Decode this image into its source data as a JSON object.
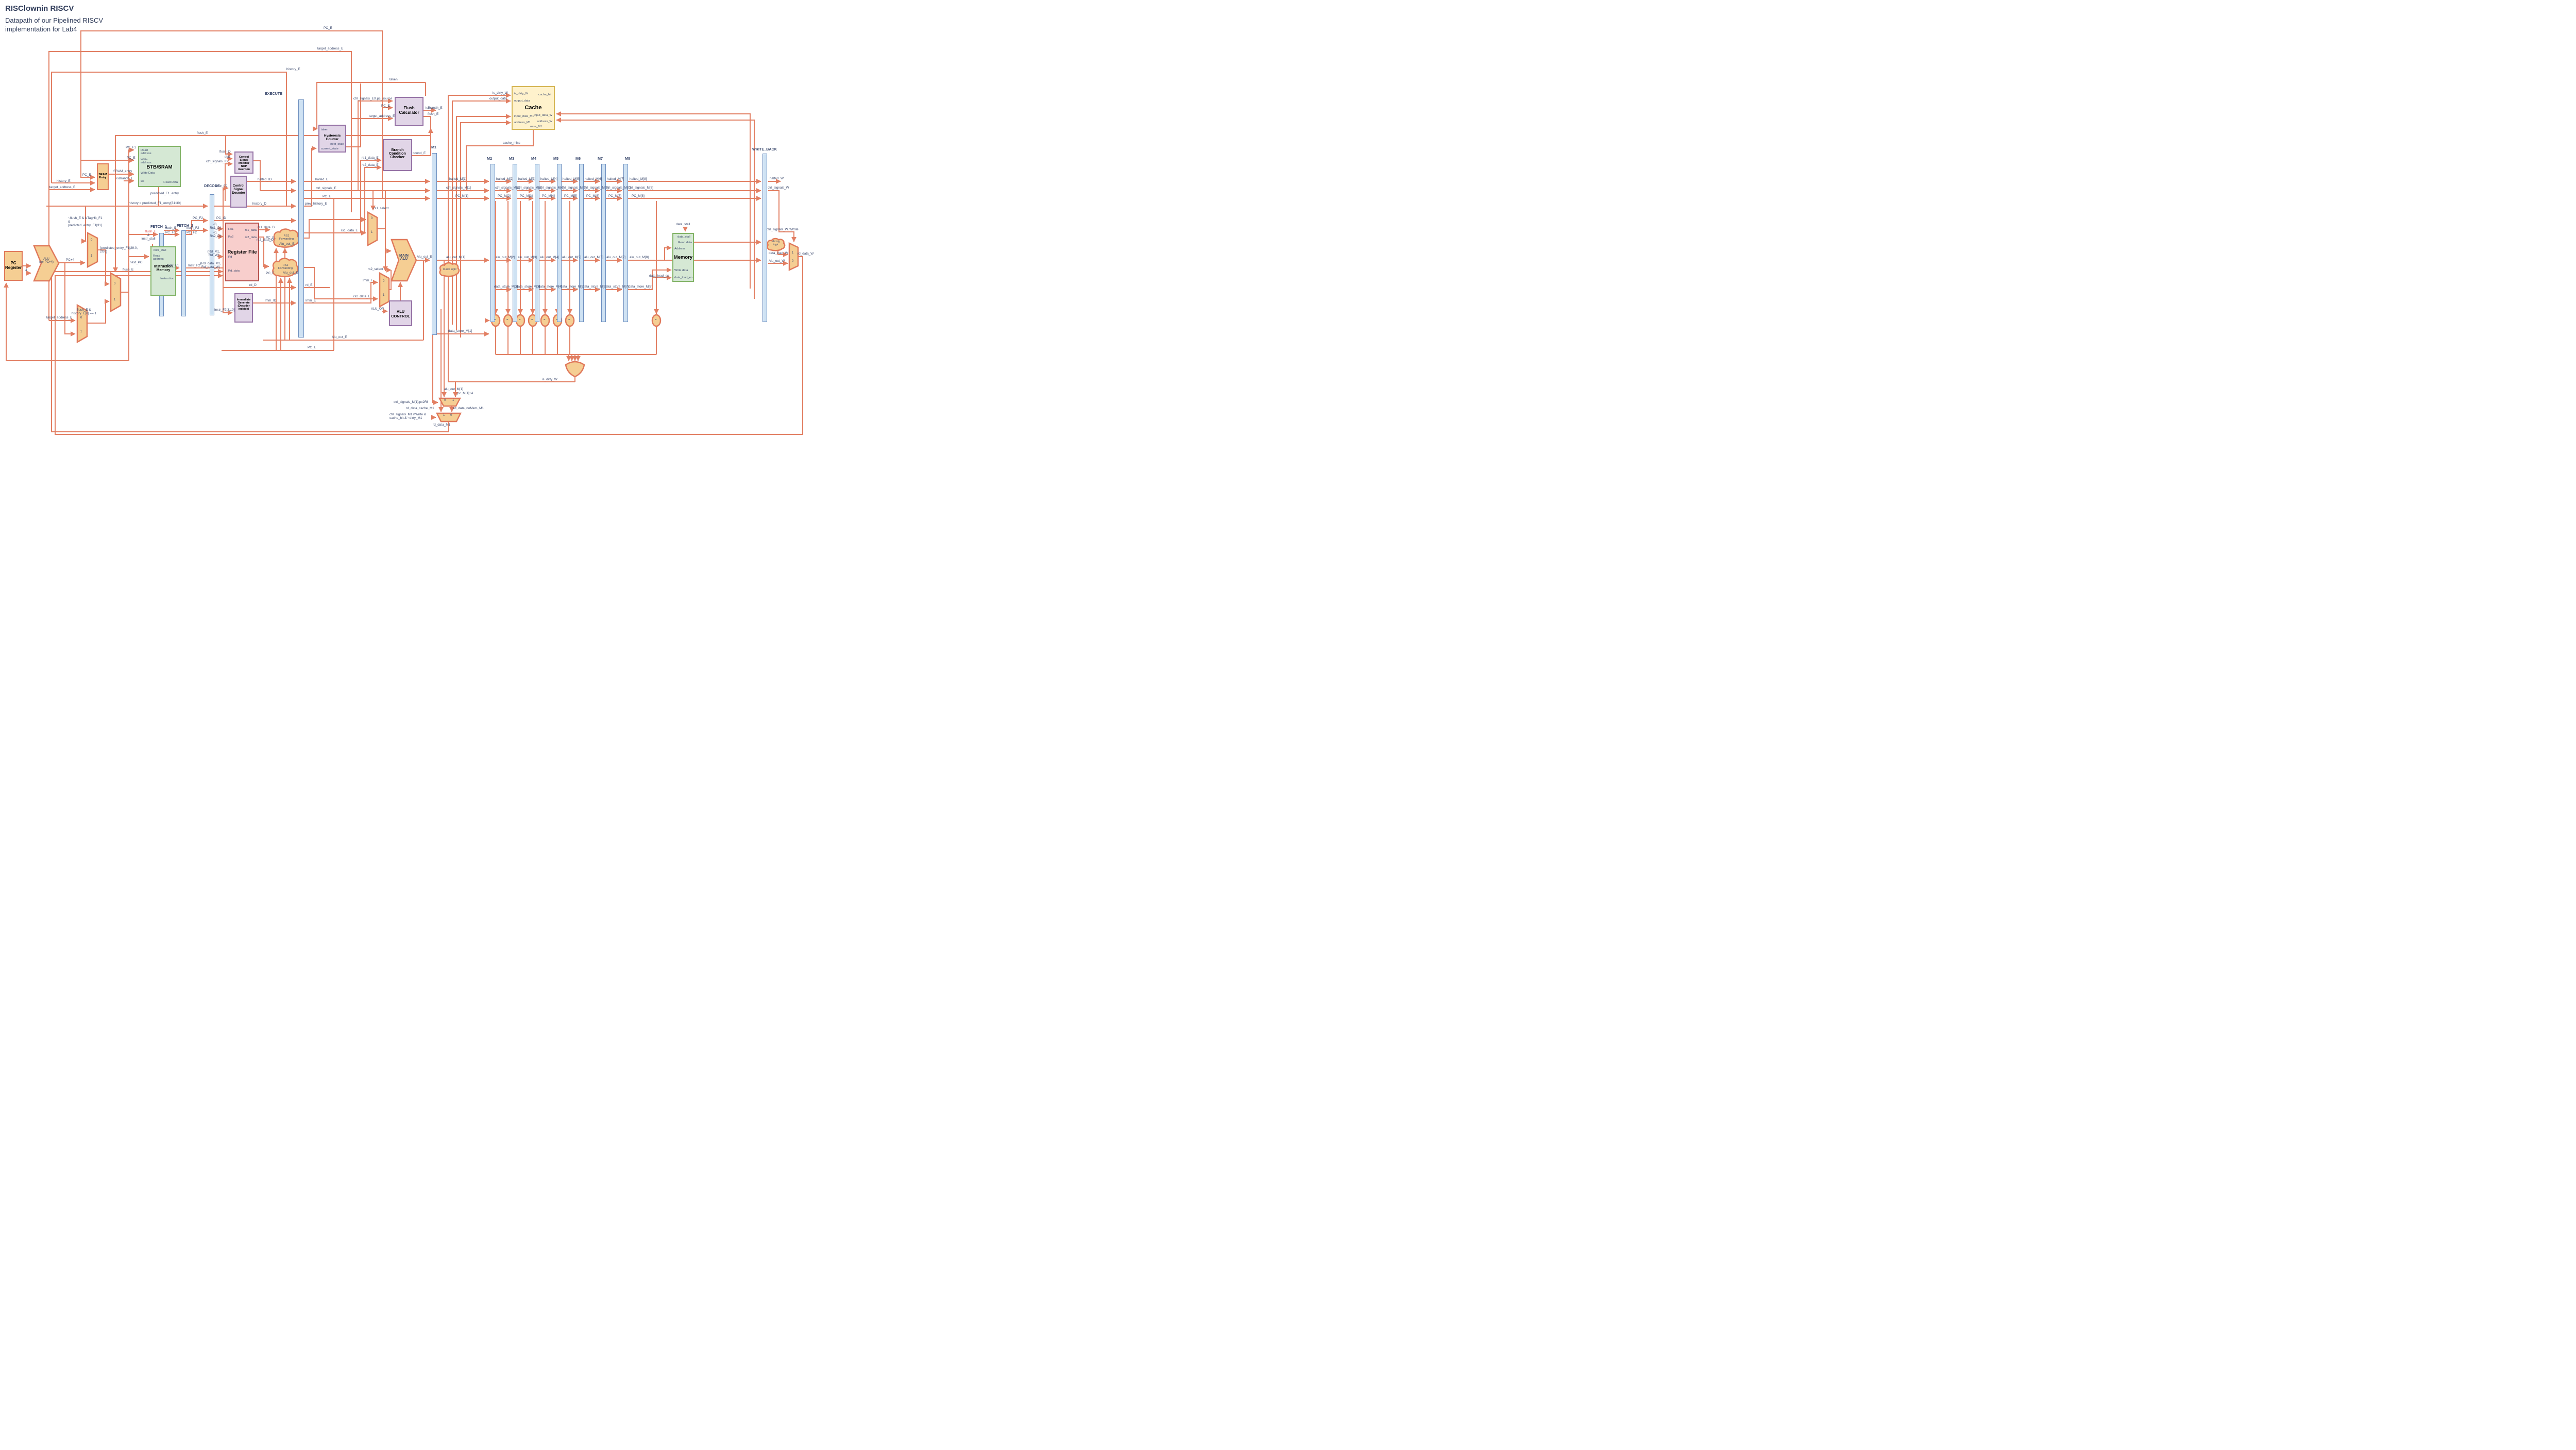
{
  "title": {
    "heading": "RISClownin RISCV",
    "subtitle": "Datapath of our Pipelined RISCV\nimplementation for Lab4"
  },
  "colors": {
    "wire": "#E27F63",
    "shape_fill": "#F5CE93",
    "green_fill": "#D5E8D4",
    "purple_fill": "#E1D5E7",
    "pink_fill": "#F8CECC",
    "yellow_fill": "#FFF2CC",
    "register_fill": "#CFE2F3",
    "text": "#3C4A6E"
  },
  "stages": {
    "fetch1": "FETCH_1",
    "fetch2": "FETCH_2",
    "decode": "DECODE",
    "execute": "EXECUTE",
    "m1": "M1",
    "m": [
      "M2",
      "M3",
      "M4",
      "M5",
      "M6",
      "M7",
      "M8"
    ],
    "write_back": "WRITE_BACK"
  },
  "blocks": {
    "pc_register": {
      "label": "PC\nRegister"
    },
    "alu_pc4": {
      "label": "ALU\n(for PC+4)",
      "const_input": "4"
    },
    "sram_entry": {
      "label": "SRAM\nEntry"
    },
    "btb": {
      "title": "BTB/SRAM",
      "read_address": "Read\naddress",
      "write_address": "Write\naddress",
      "write_data": "Write Data",
      "we": "we",
      "read_data": "Read Data"
    },
    "instruction_memory": {
      "title": "Instruction\nMemory",
      "instr_stall": "instr_stall",
      "read_address": "Read\naddress",
      "instruction": "Instruction"
    },
    "csm": {
      "title": "Control Signal\nModifier\nNOP insertion"
    },
    "csd": {
      "title": "Control\nSignal\nDecoder"
    },
    "register_file": {
      "title": "Register File",
      "rs1": "Rs1",
      "rs2": "Rs2",
      "rd": "Rd",
      "rd_data": "Rd_data",
      "rs1_data": "rs1_data",
      "rs2_data": "rs2_data"
    },
    "imm_gen": {
      "title": "Immediate\nGenerate\n(Decoder\nindside)"
    },
    "hysteresis": {
      "title": "Hysteresis\nCounter",
      "taken": "taken",
      "current_state": "current_state",
      "next_state": "next_state"
    },
    "flush_calc": {
      "title": "Flush\nCalculator"
    },
    "bcc": {
      "title": "Branch\nCondition\nChecker"
    },
    "main_alu": {
      "title": "MAIN\nALU"
    },
    "alu_control": {
      "title": "ALU\nCONTROL"
    },
    "cache": {
      "title": "Cache",
      "is_dirty_w": "is_dirty_W",
      "cache_hit": "cache_hit",
      "output_data": "output_data",
      "input_data_m1": "input_data_M1",
      "address_m1": "address_M1",
      "input_data_w": "input_data_W",
      "address_w": "address_W",
      "miss_m1": "miss_M1"
    },
    "memory": {
      "title": "Memory",
      "data_stall": "data_stall",
      "read_data": "Read data",
      "address": "Address",
      "write_data": "Write data",
      "data_load_en": "data_load_en"
    },
    "rs1_forwarding": {
      "label": "RS1\nForwarding"
    },
    "rs2_forwarding": {
      "label": "RS2\nForwarding"
    },
    "mask_logic": {
      "label": "mask logic"
    },
    "slicing_logic": {
      "label": "slicing\nlogic"
    }
  },
  "mux": {
    "zero": "0",
    "one": "1"
  },
  "comparator": {
    "sym": "="
  },
  "labels": {
    "pc_e_top": "PC_E",
    "target_top": "target_address_E",
    "history_top": "history_E",
    "taken_top": "taken",
    "pc_f1_btb": "PC_F1",
    "pc_e_btb": "PC_E",
    "sram_entry_sig": "SRAM_entry",
    "isbranch_btb": "isBranch_E",
    "pc_e_sram": "PC_E",
    "history_sram": "history_E",
    "target_sram": "target_address_E",
    "flush_btb": "flush_E",
    "pred_entry": "predicted_F1_entry",
    "history_eq": "history = predicted_F1_entry[31:30]",
    "pred_cond": "~flush_E & isTagHit_F1\n&\npredicted_entry_F1[31]",
    "pred_concat": "{predicted_entry_F1[29:0,\n2'b0}",
    "pc4": "PC+4",
    "four": "4",
    "flush_hist_cond": "flush_E &\nhistory_E[0] == 1",
    "target_mux": "target_address_E",
    "flush_mux": "flush_E",
    "next_pc": "next_PC",
    "flush_red": "flush_E",
    "amp_instr_stall": "&\ninstr_stall",
    "flush_f1": "flush_E",
    "pc_f1": "PC_F1",
    "flush_f2": "flush_F2",
    "pc_f2": "PC_F2",
    "pc_f2b": "PC_F2",
    "pc_id": "PC_ID",
    "instr_f1": "Instr_F1",
    "instr_f2": "Instr_F2",
    "instr_f2_csd": "Instr_F2",
    "instr_f2_310": "Instr_F2[31:0]",
    "flush_d": "flush_D",
    "stall": "stall",
    "ctrl_id": "ctrl_signals_ID",
    "halted_id": "halted_ID",
    "history_d": "history_D",
    "prev_history": "prev_history_E",
    "rs1_in": "{0,\nRs1_D}",
    "rs2_in": "{0,\nRs2_D}",
    "rd_in": "{Rd_M1,\nRd_W}",
    "rd_data_in": "{Rd_data_M1,\nRd_data_W}",
    "rs1_data_d": "rs1_data_D",
    "rs2_data_d": "rs2_data_D",
    "pc_e_fw1": "PC_E",
    "alu_fw1": "Alu_out_E",
    "pc_e_fw2": "PC_E",
    "alu_fw2": "Alu_out_E",
    "rd_d": "rd_D",
    "rd_e": "rd_E",
    "imm_id": "Imm_ID",
    "imm_e": "Imm_E",
    "imm_e_mux": "Imm_E",
    "rs1_data_e_mux": "rs1_data_E",
    "rs2_data_e_mux": "rs2_data_E",
    "rs1_select": "rs1_select",
    "rs2_select": "rs2_select",
    "halted_e": "halted_E",
    "ctrl_e": "ctrl_signals_E",
    "pc_e_mid": "PC_E",
    "alu_out_e": "Alu_out_E",
    "alu_out_e_bot": "Alu_out_E",
    "pc_e_bot": "PC_E",
    "alu_op": "ALU_OP",
    "ctrl_ex_pc_source": "ctrl_signals_EX.pc_source",
    "pc_e_fc": "PC_E",
    "target_fc": "target_address_E",
    "isbranch_fc": "isBranch_E",
    "flush_fc": "flush_E",
    "bcond": "bcond_E",
    "rs1_data_e": "rs1_data_E",
    "rs2_data_e": "rs2_data_E",
    "cache_miss": "cache_miss",
    "is_dirty_cache": "is_dirty_W",
    "output_data_cache": "output_data",
    "data_stall_ext": "data_stall",
    "data_load_en_ext": "data_load_en",
    "halted_w": "halted_W",
    "ctrl_w": "ctrl_signals_W",
    "ctrl_w_rfwrite": "ctrl_signals_W.rfWrite",
    "data_load_w": "data_load_W",
    "alu_out_w": "Alu_out_W",
    "rd_data_w": "rd_data_W",
    "is_dirty_or": "is_dirty_W",
    "alu_m1_bottom": "alu_out_M[1]",
    "pc_m1_plus4": "pc_M[1]+4",
    "ctrl_m1_pc2rf": "ctrl_signals_M[1].pc2Rf",
    "rd_data_cache_m1": "rd_data_cache_M1",
    "rd_data_nomem_m1": "rd_data_noMem_M1",
    "rfwrite_cond": "ctrl_signals_M1.rfWrite &\ncache_hit & ~dirty_M1",
    "rd_data_m1": "rd_data_M1"
  },
  "m": {
    "halted": [
      "halted_M[1]",
      "halted_M[2]",
      "halted_M[3]",
      "halted_M[4]",
      "halted_M[5]",
      "halted_M[6]",
      "halted_M[7]",
      "halted_M[8]"
    ],
    "ctrl": [
      "ctrl_signals_M[1]",
      "ctrl_signals_M[2]",
      "ctrl_signals_M[3]",
      "ctrl_signals_M[4]",
      "ctrl_signals_M[5]",
      "ctrl_signals_M[6]",
      "ctrl_signals_M[7]",
      "ctrl_signals_M[8]"
    ],
    "pc": [
      "PC_M[1]",
      "PC_M[2]",
      "PC_M[3]",
      "PC_M[4]",
      "PC_M[5]",
      "PC_M[6]",
      "PC_M[7]",
      "PC_M[8]"
    ],
    "alu": [
      "alu_out_M[1]",
      "alu_out_M[2]",
      "alu_out_M[3]",
      "alu_out_M[4]",
      "alu_out_M[5]",
      "alu_out_M[6]",
      "alu_out_M[7]",
      "alu_out_M[8]"
    ],
    "ds": [
      "data_store_M[1]",
      "data_store_M[2]",
      "data_store_M[3]",
      "data_store_M[4]",
      "data_store_M[5]",
      "data_store_M[6]",
      "data_store_M[7]",
      "data_store_M[8]"
    ]
  }
}
